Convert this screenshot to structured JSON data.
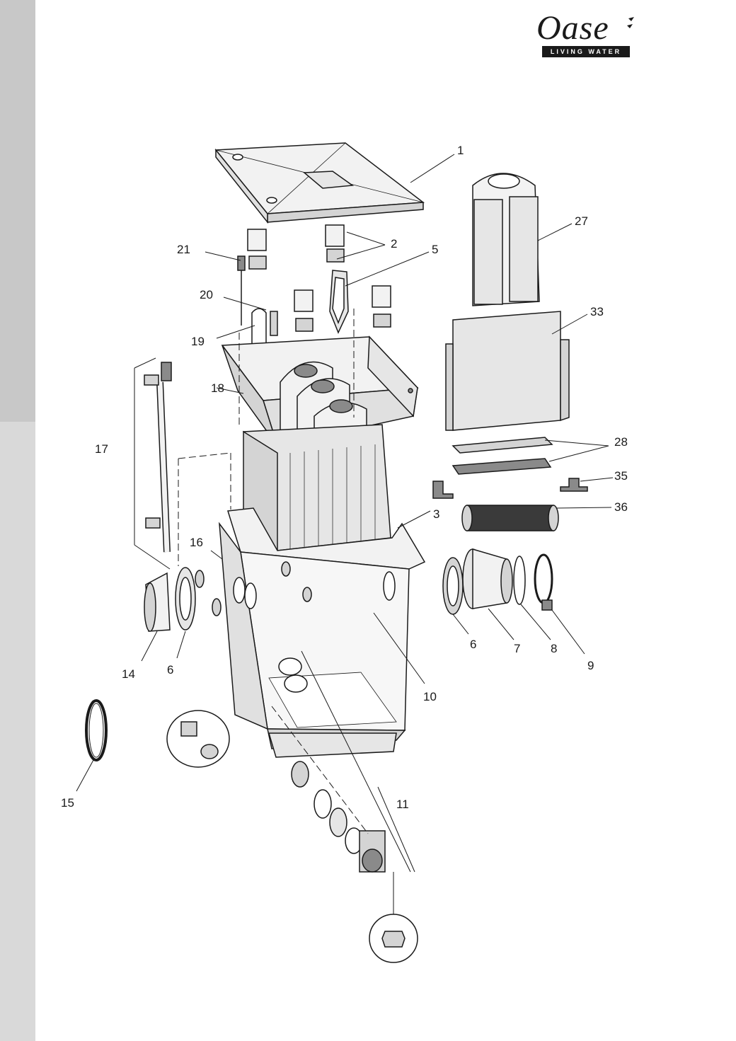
{
  "brand": {
    "name": "Oase",
    "tagline": "LIVING WATER"
  },
  "colors": {
    "line": "#1a1a1a",
    "fill_light": "#f2f2f2",
    "fill_mid": "#d4d4d4",
    "fill_dark": "#8a8a8a",
    "side_strip": "#d9d9d9"
  },
  "callouts": {
    "c1": "1",
    "c2": "2",
    "c3": "3",
    "c5": "5",
    "c6a": "6",
    "c6b": "6",
    "c7": "7",
    "c8": "8",
    "c9": "9",
    "c10": "10",
    "c11": "11",
    "c14": "14",
    "c15": "15",
    "c16": "16",
    "c17": "17",
    "c18": "18",
    "c19": "19",
    "c20": "20",
    "c21": "21",
    "c27": "27",
    "c28": "28",
    "c33": "33",
    "c35": "35",
    "c36": "36"
  }
}
